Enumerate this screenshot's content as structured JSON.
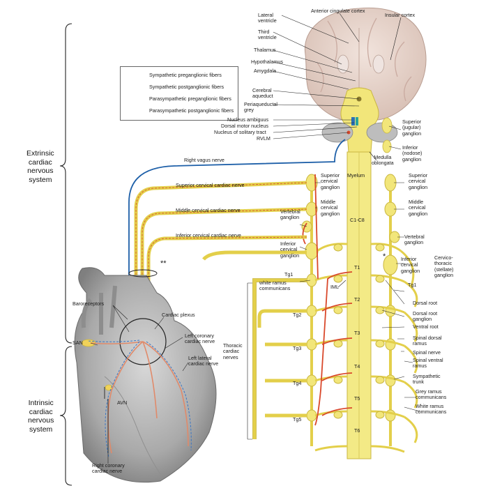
{
  "legend": {
    "items": [
      {
        "label": "Sympathetic preganglionic fibers",
        "color": "#d9482b",
        "style": "solid"
      },
      {
        "label": "Sympathetic postganglionic fibers",
        "color": "#e08a6a",
        "style": "dashed"
      },
      {
        "label": "Parasympathetic preganglionic fibers",
        "color": "#1d5fa8",
        "style": "solid"
      },
      {
        "label": "Parasympathetic postganglionic fibers",
        "color": "#3a76c4",
        "style": "dashed"
      }
    ]
  },
  "systems": {
    "extrinsic": "Extrinsic\ncardiac\nnervous\nsystem",
    "intrinsic": "Intrinsic\ncardiac\nnervous\nsystem"
  },
  "brain_labels": {
    "lateral_ventricle": "Lateral\nventricle",
    "third_ventricle": "Third\nventricle",
    "thalamus": "Thalamus",
    "hypothalamus": "Hypothalamus",
    "amygdala": "Amygdala",
    "cerebral_aqueduct": "Cerebral\naqueduct",
    "periaqueductal_grey": "Periaqueductal\ngrey",
    "nucleus_ambiguus": "Nucleus ambiguus",
    "dorsal_motor_nucleus": "Dorsal motor nucleus",
    "nucleus_solitary_tract": "Nucleus of solitary tract",
    "rvlm": "RVLM",
    "anterior_cingulate": "Anterior cingulate cortex",
    "insular_cortex": "Insular cortex",
    "superior_jugular": "Superior\n(jugular)\nganglion",
    "inferior_nodose": "Inferior\n(nodose)\nganglion",
    "medulla": "Medulla\noblongata"
  },
  "nerve_labels": {
    "right_vagus": "Right vagus nerve",
    "superior_cervical_cardiac": "Superior cervical cardiac nerve",
    "middle_cervical_cardiac": "Middle cervical cardiac nerve",
    "inferior_cervical_cardiac": "Inferior cervical cardiac nerve",
    "double_star": "**",
    "star": "*",
    "thoracic_cardiac": "Thoracic\ncardiac\nnerves"
  },
  "spine_left_labels": {
    "superior_cervical_ganglion": "Superior\ncervical\nganglion",
    "middle_cervical_ganglion": "Middle\ncervical\nganglion",
    "vertebral_ganglion": "Vertebral\nganglion",
    "inferior_cervical_ganglion": "Inferior\ncervical\nganglion",
    "tg1": "Tg1",
    "white_ramus": "white ramus\ncommunicans",
    "iml": "IML",
    "tg2": "Tg2",
    "tg3": "Tg3",
    "tg4": "Tg4",
    "tg5": "Tg5",
    "myelum": "Myelum",
    "c1c8": "C1-C8"
  },
  "segments": [
    "T1",
    "T2",
    "T3",
    "T4",
    "T5",
    "T6"
  ],
  "spine_right_labels": {
    "superior_cervical": "Superior\ncervical\nganglion",
    "middle_cervical": "Middle\ncervical\nganglion",
    "vertebral": "Vertebral\nganglion",
    "inferior_cervical": "Inferior\ncervical\nganglion",
    "cervicothoracic": "Cervico-\nthoracic\n(stellate)\nganglion",
    "tg1": "Tg1",
    "dorsal_root": "Dorsal root",
    "dorsal_root_ganglion": "Dorsal root\nganglion",
    "ventral_root": "Ventral root",
    "spinal_dorsal_ramus": "Spinal dorsal\nramus",
    "spinal_nerve": "Spinal nerve",
    "spinal_ventral_ramus": "Spinal ventral\nramus",
    "sympathetic_trunk": "Sympathetic\ntrunk",
    "grey_ramus": "Grey ramus\ncommunicans",
    "white_ramus": "White ramus\ncommunicans"
  },
  "heart_labels": {
    "baroreceptors": "Baroreceptors",
    "cardiac_plexus": "Cardiac plexus",
    "san": "SAN",
    "left_coronary": "Left coronary\ncardiac nerve",
    "left_lateral": "Left lateral\ncardiac nerve",
    "avn": "AVN",
    "right_coronary": "Right coronary\ncardiac nerve"
  }
}
